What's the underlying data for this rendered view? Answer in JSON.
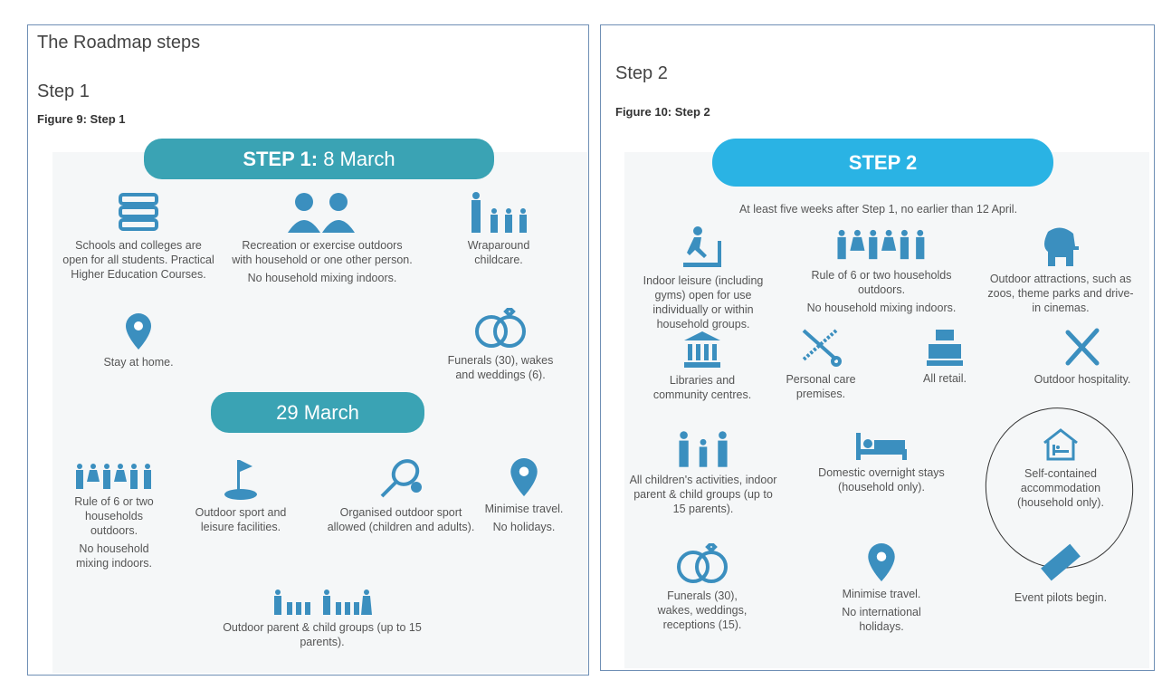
{
  "left": {
    "heading": "The Roadmap steps",
    "section": "Step 1",
    "figure_caption": "Figure 9: Step 1",
    "pill1_bold": "STEP 1:",
    "pill1_date": "8 March",
    "items1": [
      {
        "icon": "books-icon",
        "lines": [
          "Schools and colleges are open for all students. Practical Higher Education Courses."
        ]
      },
      {
        "icon": "two-people-icon",
        "lines": [
          "Recreation or exercise outdoors with household or one other person.",
          "No household mixing indoors."
        ]
      },
      {
        "icon": "family-icon",
        "lines": [
          "Wraparound childcare."
        ]
      },
      {
        "icon": "location-pin-icon",
        "lines": [
          "Stay at home."
        ]
      },
      {
        "icon": "rings-icon",
        "lines": [
          "Funerals (30), wakes and weddings (6)."
        ]
      }
    ],
    "pill2": "29 March",
    "items2": [
      {
        "icon": "six-people-icon",
        "lines": [
          "Rule of 6 or two households outdoors.",
          "No household mixing indoors."
        ]
      },
      {
        "icon": "golf-flag-icon",
        "lines": [
          "Outdoor sport and leisure facilities."
        ]
      },
      {
        "icon": "tennis-racket-icon",
        "lines": [
          "Organised outdoor sport allowed (children and adults)."
        ]
      },
      {
        "icon": "location-pin-icon",
        "lines": [
          "Minimise travel.",
          "No holidays."
        ]
      },
      {
        "icon": "parents-children-icon",
        "lines": [
          "Outdoor parent & child groups (up to 15 parents)."
        ]
      }
    ]
  },
  "right": {
    "section": "Step 2",
    "figure_caption": "Figure 10: Step 2",
    "pill": "STEP 2",
    "subtitle": "At least five weeks after Step 1, no earlier than 12 April.",
    "items": [
      {
        "icon": "treadmill-icon",
        "lines": [
          "Indoor leisure (including gyms) open for use individually or within household groups."
        ]
      },
      {
        "icon": "six-people-icon",
        "lines": [
          "Rule of 6 or two households outdoors.",
          "No household mixing indoors."
        ]
      },
      {
        "icon": "elephant-icon",
        "lines": [
          "Outdoor attractions, such as zoos, theme parks and drive-in cinemas."
        ]
      },
      {
        "icon": "library-icon",
        "lines": [
          "Libraries and community centres."
        ]
      },
      {
        "icon": "scissors-comb-icon",
        "lines": [
          "Personal care premises."
        ]
      },
      {
        "icon": "cash-register-icon",
        "lines": [
          "All retail."
        ]
      },
      {
        "icon": "fork-knife-icon",
        "lines": [
          "Outdoor hospitality."
        ]
      },
      {
        "icon": "family-icon",
        "lines": [
          "All children's activities, indoor parent & child groups (up to 15 parents)."
        ]
      },
      {
        "icon": "bed-icon",
        "lines": [
          "Domestic overnight stays (household only)."
        ]
      },
      {
        "icon": "house-bed-icon",
        "lines": [
          "Self-contained accommodation (household only)."
        ]
      },
      {
        "icon": "rings-icon",
        "lines": [
          "Funerals (30), wakes, weddings, receptions (15)."
        ]
      },
      {
        "icon": "location-pin-icon",
        "lines": [
          "Minimise travel.",
          "No international holidays."
        ]
      },
      {
        "icon": "ticket-icon",
        "lines": [
          "Event pilots begin."
        ]
      }
    ]
  },
  "colors": {
    "step1": "#3aa3b4",
    "step2": "#2ab3e4",
    "icon": "#3b8fbf"
  }
}
